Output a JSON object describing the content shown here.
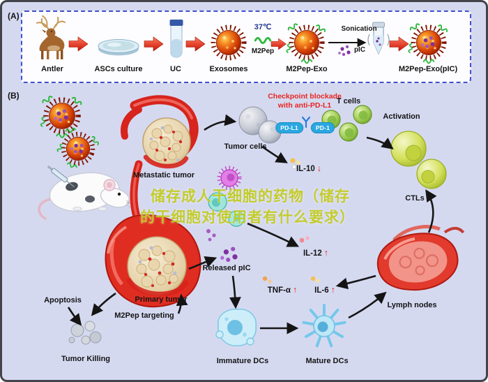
{
  "panel_a": {
    "label": "(A)",
    "items": [
      {
        "label": "Antler"
      },
      {
        "label": "ASCs culture"
      },
      {
        "label": "UC"
      },
      {
        "label": "Exosomes"
      },
      {
        "label": "M2Pep-Exo"
      },
      {
        "label": "M2Pep-Exo(pIC)"
      }
    ],
    "temp": "37℃",
    "m2pep": "M2Pep",
    "sonication": "Sonication",
    "pic": "pIC"
  },
  "panel_b": {
    "label": "(B)",
    "checkpoint_line1": "Checkpoint blockade",
    "checkpoint_line2": "with anti-PD-L1",
    "t_cells": "T cells",
    "activation": "Activation",
    "tumor_cells": "Tumor cells",
    "pd_l1": "PD-L1",
    "pd_1": "PD-1",
    "metastatic_tumor": "Metastatic tumor",
    "ctls": "CTLs",
    "il10": {
      "name": "IL-10",
      "arrow": "↓"
    },
    "il12": {
      "name": "IL-12",
      "arrow": "↑"
    },
    "released_pic": "Released pIC",
    "tnfa": {
      "name": "TNF-α",
      "arrow": "↑"
    },
    "il6": {
      "name": "IL-6",
      "arrow": "↑"
    },
    "lymph_nodes": "Lymph nodes",
    "apoptosis": "Apoptosis",
    "primary_tumor": "Primary tumor",
    "m2pep_targeting": "M2Pep targeting",
    "tumor_killing": "Tumor Killing",
    "immature_dcs": "Immature DCs",
    "mature_dcs": "Mature DCs"
  },
  "watermark": {
    "line1": "储存成人干细胞的药物（储存",
    "line2": "的干细胞对使用者有什么要求）"
  },
  "icons": {
    "deer-icon": "stylized antlered deer",
    "petri-dish-icon": "culture dish ellipse",
    "uc-tube-icon": "ultracentrifuge tube",
    "exosome-icon": "orange spiked vesicle",
    "sonication-tube-icon": "eppendorf tube with pIC dots",
    "red-arrow-icon": "red block arrow ➔",
    "antibody-icon": "blue Y antibody",
    "mouse-icon": "white lab mouse",
    "syringe-icon": "injection syringe"
  },
  "colors": {
    "accent_red": "#e8251f",
    "badge_blue": "#2aa7e0",
    "watermark_yellow": "#c3cc23",
    "exosome_orange": "#f07d1e",
    "vessel_red": "#d7241c",
    "tcell_green": "#9cc94e",
    "dc_blue": "#7fc9e6",
    "background": "#d5d9f0"
  }
}
